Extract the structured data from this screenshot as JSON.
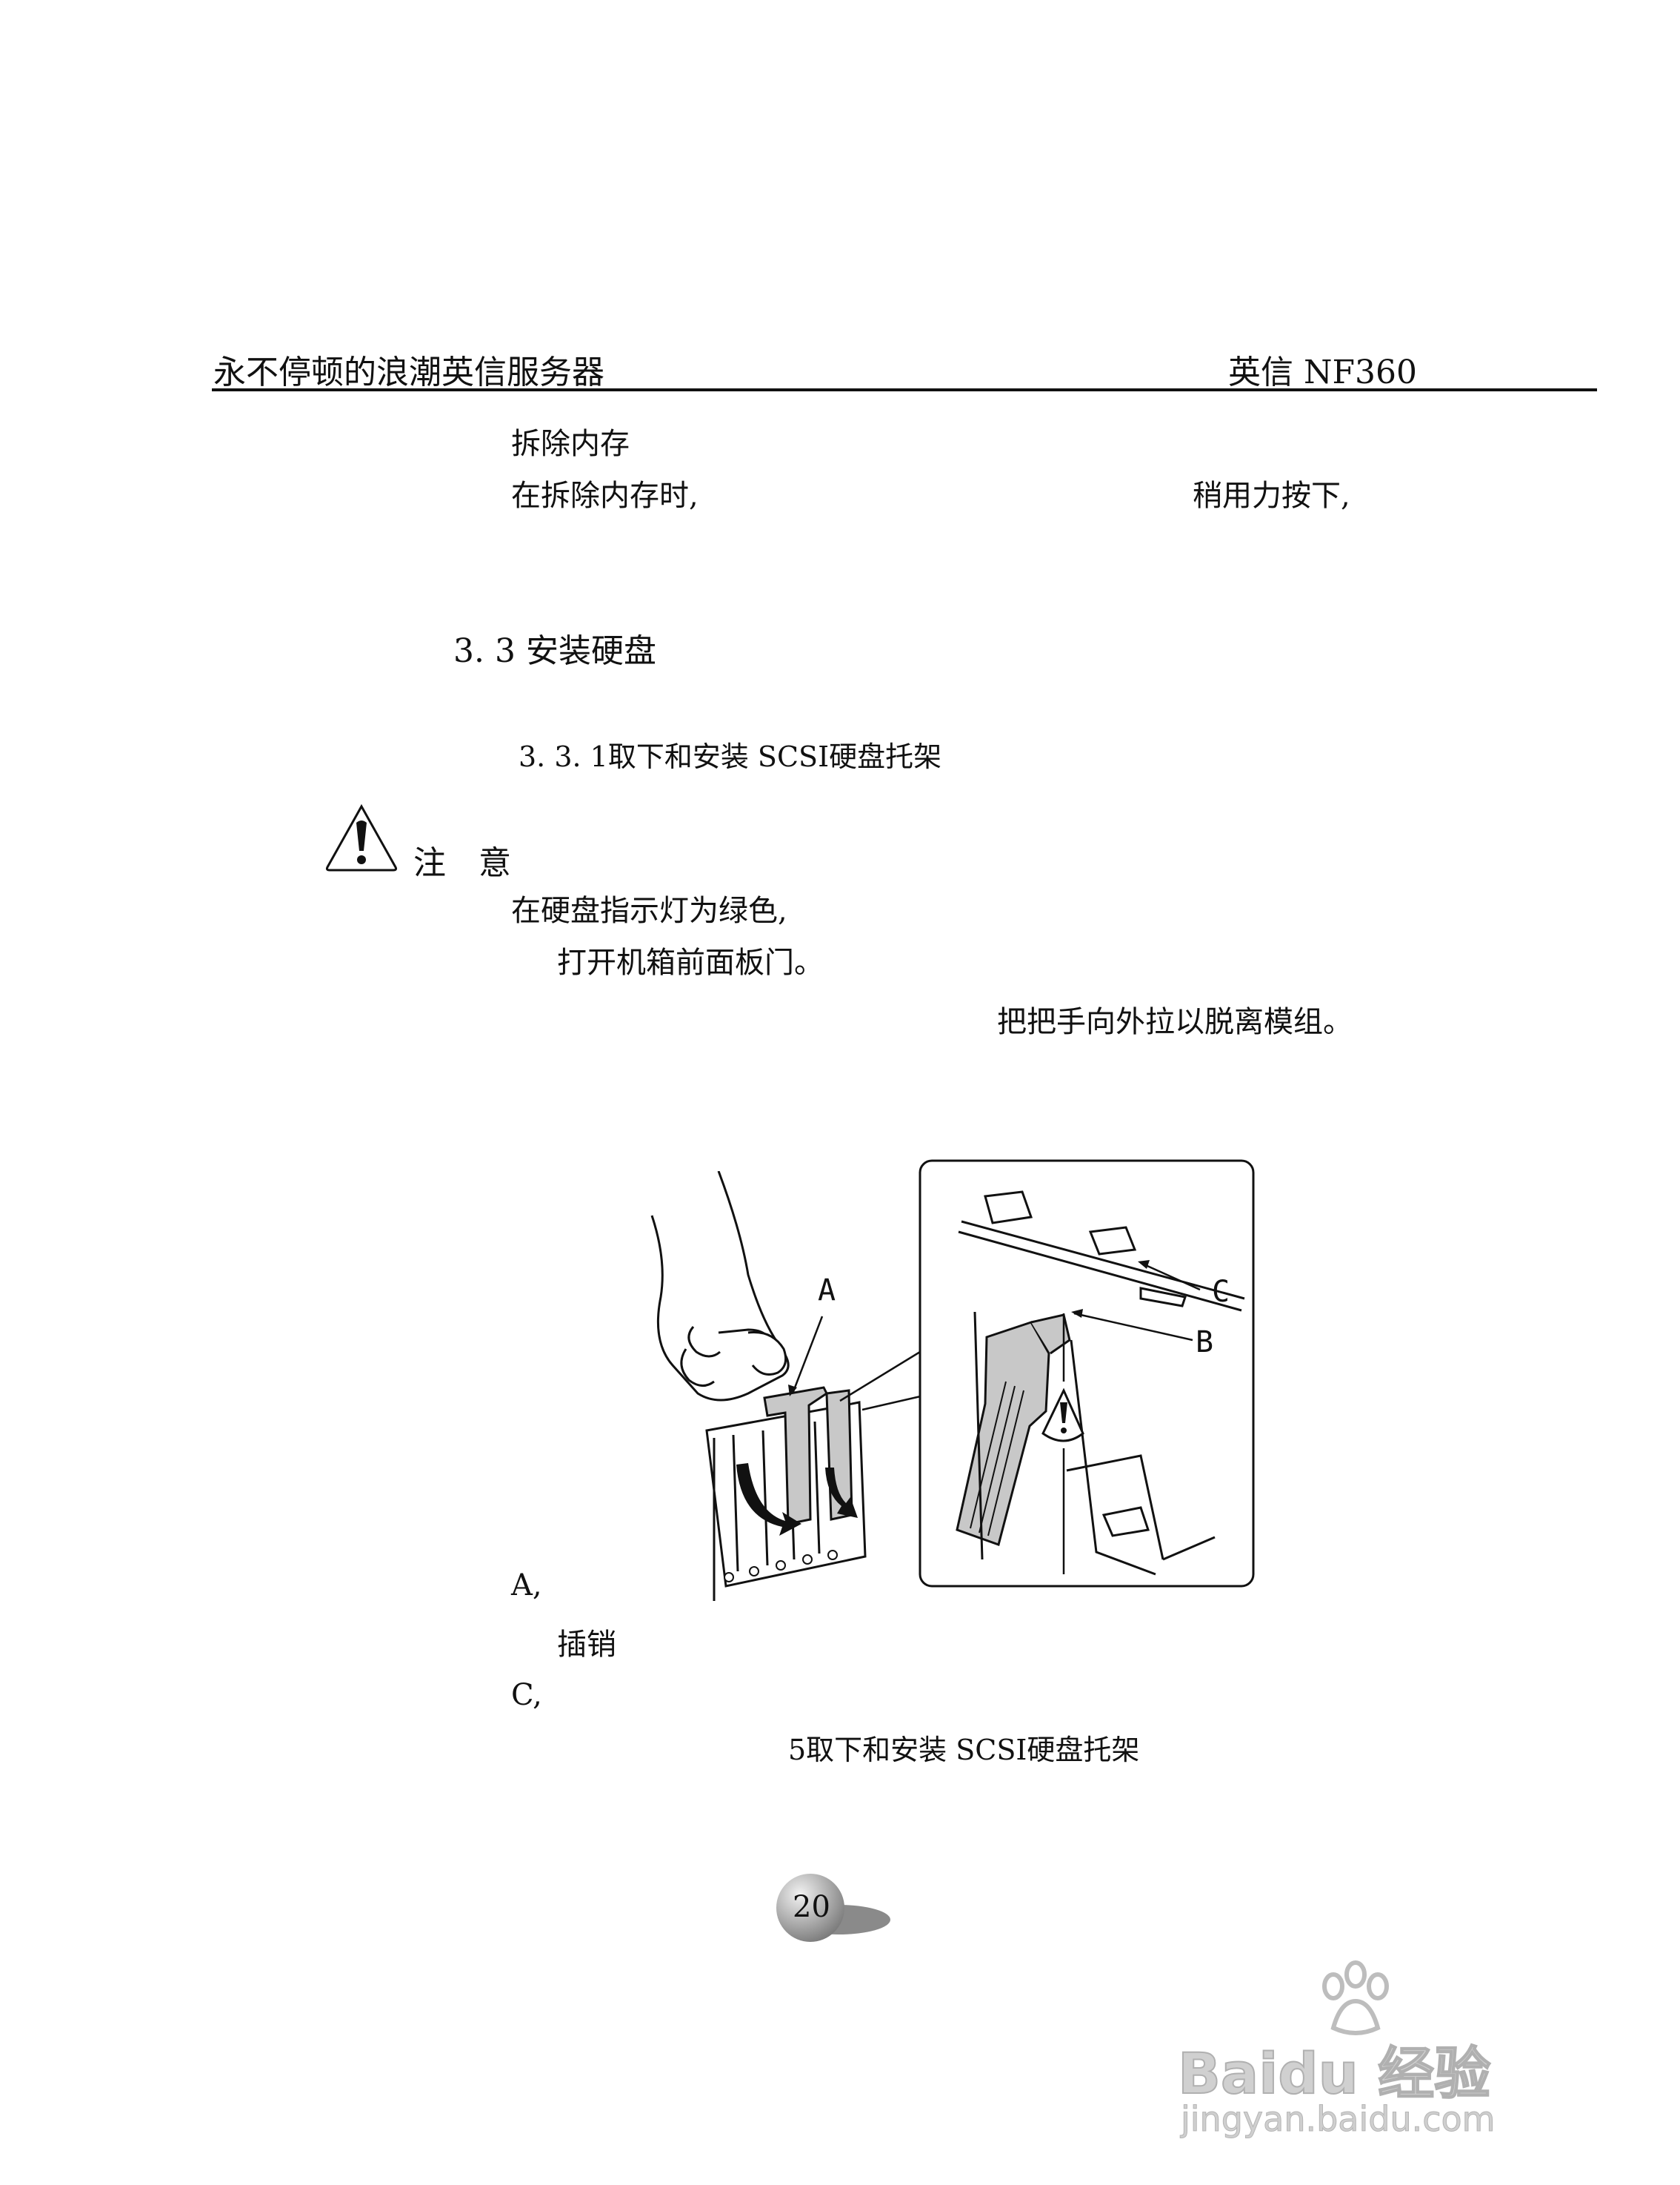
{
  "header": {
    "left_title": "永不停顿的浪潮英信服务器",
    "right_title": "英信 NF360"
  },
  "memory": {
    "heading": "拆除内存",
    "line_left": "在拆除内存时,",
    "line_right": "稍用力按下,"
  },
  "section": {
    "title": "3. 3 安装硬盘",
    "subtitle": "3. 3. 1取下和安装 SCSI硬盘托架"
  },
  "notice": {
    "label": "注　意",
    "line1": "在硬盘指示灯为绿色,",
    "line2": "打开机箱前面板门。",
    "line3": "把把手向外拉以脱离模组。"
  },
  "figure": {
    "callouts": {
      "a": "A",
      "b": "B",
      "c": "C"
    },
    "legend_a": "A,",
    "legend_b": "插销",
    "legend_c": "C,",
    "caption": "5取下和安装 SCSI硬盘托架"
  },
  "footer": {
    "page_number": "20",
    "watermark_main": "Baidu 经验",
    "watermark_url": "jingyan.baidu.com"
  },
  "colors": {
    "text": "#111111",
    "gray_fill": "#c8c8c8",
    "badge": "#9a9a9a"
  }
}
